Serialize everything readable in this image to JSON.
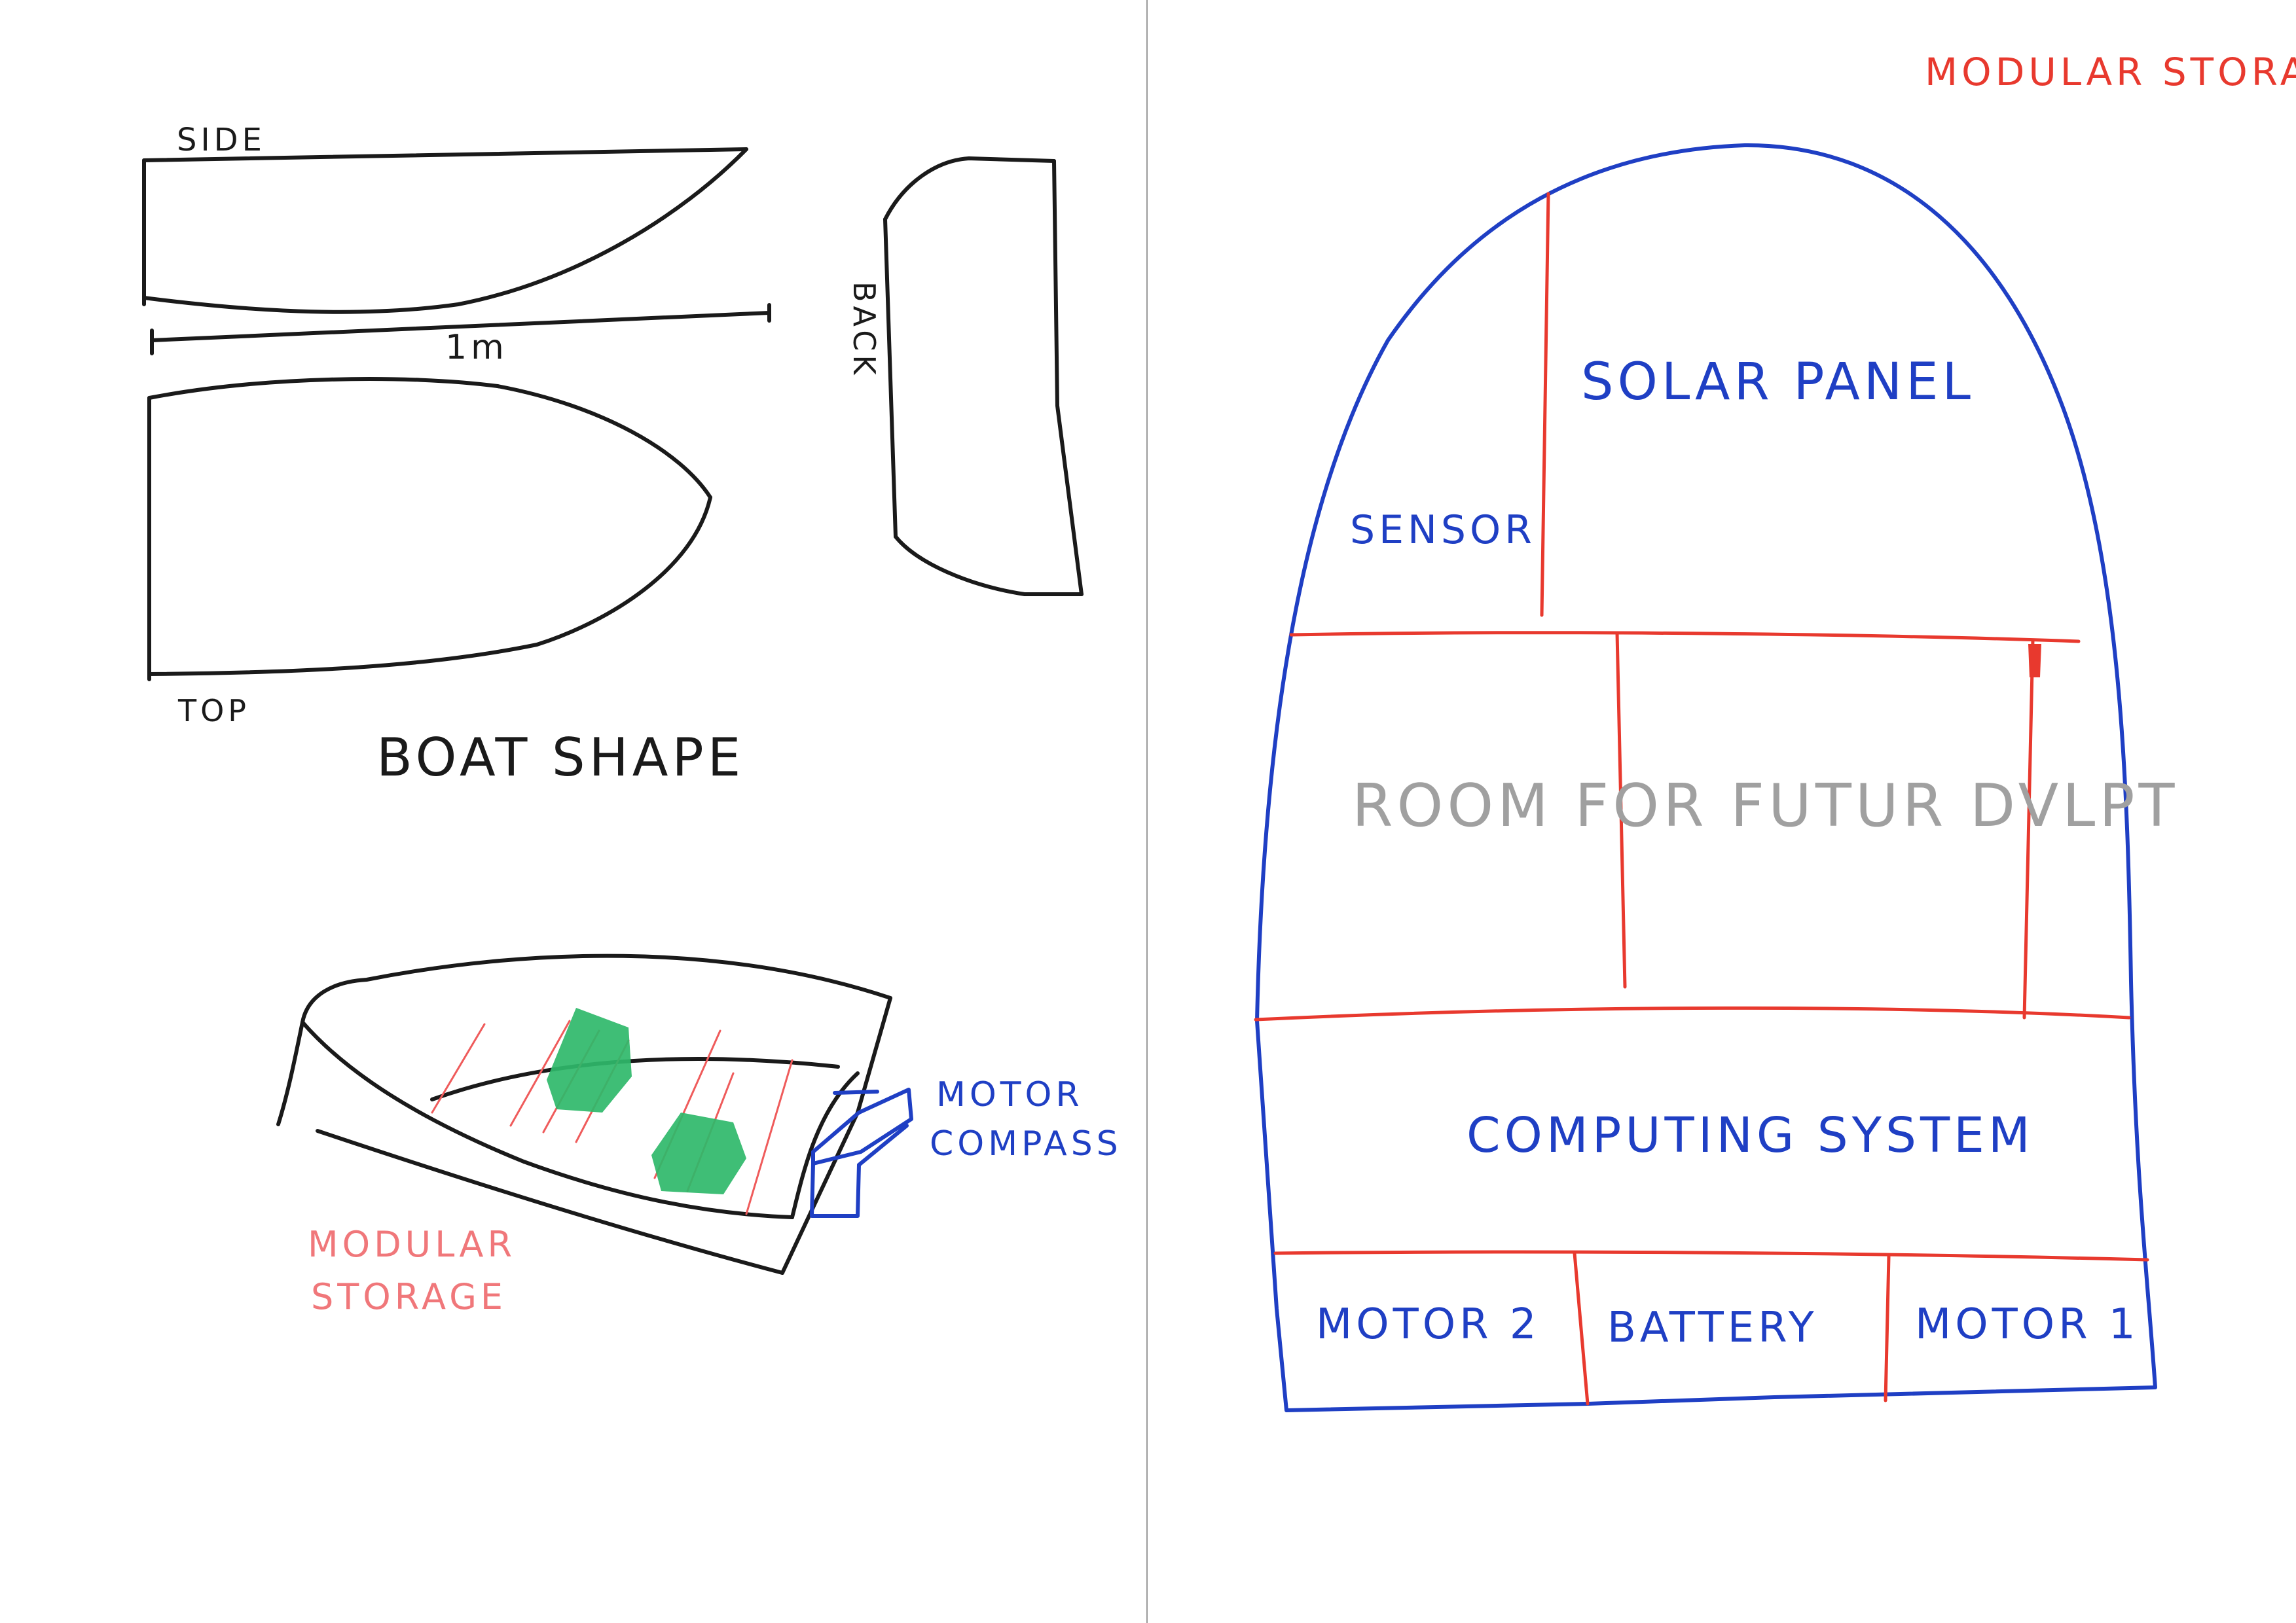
{
  "labels": {
    "side": "SIDE",
    "dimension": "1m",
    "back": "BACK",
    "top": "TOP",
    "boat_shape": "BOAT SHAPE",
    "motor_compass": [
      "MOTOR",
      "COMPASS"
    ],
    "modular_storage_sketch": [
      "MODULAR",
      "STORAGE"
    ],
    "modular_storage_title": "MODULAR STORAGE"
  },
  "layout_plan": {
    "compartments": {
      "sensor": "SENSOR",
      "solar_panel": "SOLAR PANEL",
      "future_room": "ROOM FOR FUTUR DVLPT",
      "computing_system": "COMPUTING SYSTEM",
      "motor_2": "MOTOR 2",
      "battery": "BATTERY",
      "motor_1": "MOTOR 1"
    }
  },
  "colors": {
    "pen_black": "#1a1a1a",
    "pen_blue": "#1f3fc4",
    "pen_red": "#e8392e",
    "pen_pink": "#f0777a",
    "pencil_grey": "#a0a0a0",
    "marker_green": "#2fb86a"
  }
}
